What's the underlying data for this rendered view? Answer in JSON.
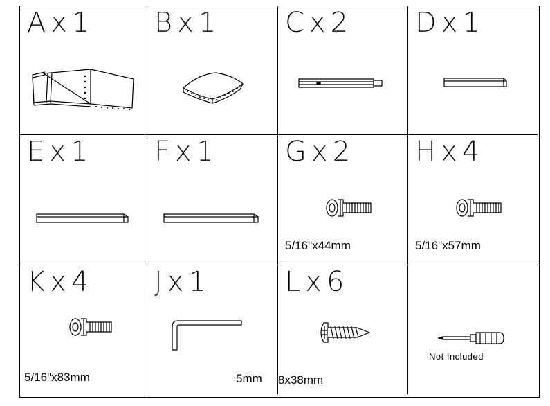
{
  "parts": [
    {
      "id": "A",
      "label": "Ax1"
    },
    {
      "id": "B",
      "label": "Bx1"
    },
    {
      "id": "C",
      "label": "Cx2"
    },
    {
      "id": "D",
      "label": "Dx1"
    },
    {
      "id": "E",
      "label": "Ex1"
    },
    {
      "id": "F",
      "label": "Fx1"
    },
    {
      "id": "G",
      "label": "Gx2",
      "size": "5/16\"x44mm"
    },
    {
      "id": "H",
      "label": "Hx4",
      "size": "5/16\"x57mm"
    },
    {
      "id": "K",
      "label": "Kx4",
      "size": "5/16\"x83mm"
    },
    {
      "id": "J",
      "label": "Jx1",
      "size": "5mm"
    },
    {
      "id": "L",
      "label": "Lx6",
      "size": "8x38mm"
    }
  ],
  "tool": {
    "note": "Not Included"
  }
}
